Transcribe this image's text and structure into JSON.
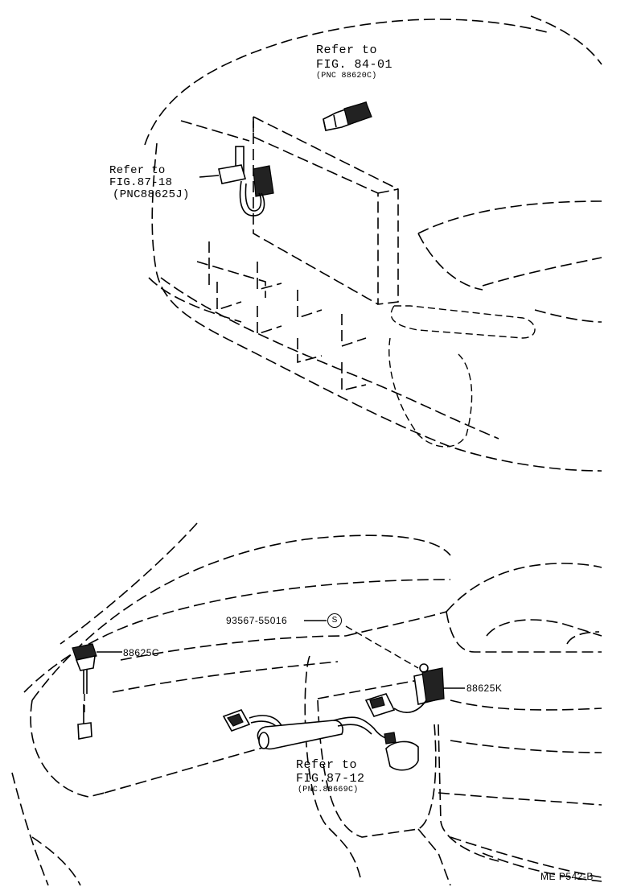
{
  "top": {
    "ref_fig84": {
      "line1": "Refer to",
      "line2": "FIG. 84-01",
      "line3": "(PNC 88620C)"
    },
    "ref_fig87_18": {
      "line1": "Refer to",
      "line2": "FIG.87-18",
      "line3": "(PNC88625J)"
    }
  },
  "bottom": {
    "part_88625C": "88625C",
    "part_93567": "93567-55016",
    "s_mark": "S",
    "part_88625K": "88625K",
    "ref_fig87_12": {
      "line1": "Refer to",
      "line2": "FIG.87-12",
      "line3": "(PNC.88669C)"
    }
  },
  "footer": {
    "code": "ME  P542-B"
  }
}
